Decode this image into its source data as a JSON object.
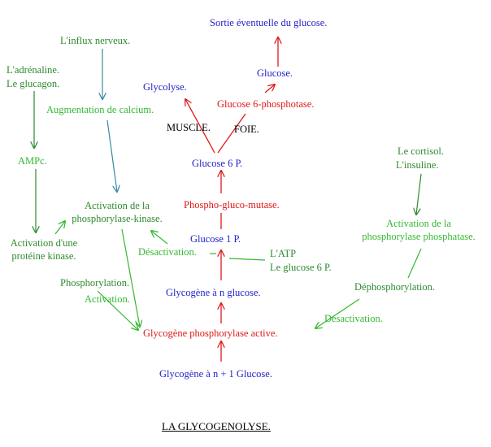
{
  "title": "LA GLYCOGENOLYSE.",
  "nodes": {
    "sortie": "Sortie éventuelle du glucose.",
    "glucose": "Glucose.",
    "glucose6phosphotase": "Glucose 6-phosphotase.",
    "glycolyse": "Glycolyse.",
    "muscle": "MUSCLE.",
    "foie": "FOIE.",
    "glucose6p": "Glucose 6 P.",
    "phosphoglucomutase": "Phospho-gluco-mutase.",
    "glucose1p": "Glucose 1 P.",
    "glycogene_n": "Glycogène à n glucose.",
    "phosphorylase_active": "Glycogène phosphorylase active.",
    "glycogene_n1": "Glycogène à n + 1 Glucose.",
    "influx": "L'influx nerveux.",
    "adrenaline": "L'adrénaline.",
    "glucagon": "Le glucagon.",
    "calcium": "Augmentation de calcium.",
    "ampc": "AMPc.",
    "activation_kinase_1": "Activation de la",
    "activation_kinase_2": "phosphorylase-kinase.",
    "activation_proteine_1": "Activation d'une",
    "activation_proteine_2": "protéine kinase.",
    "phosphorylation": "Phosphorylation.",
    "activation": "Activation.",
    "desactivation_left": "Désactivation.",
    "atp": "L'ATP",
    "glucose6p_inhib": "Le glucose 6 P.",
    "cortisol": "Le cortisol.",
    "insuline": "L'insuline.",
    "activation_phosphatase_1": "Activation de la",
    "activation_phosphatase_2": "phosphorylase phosphatase.",
    "dephosphorylation": "Déphosphorylation.",
    "desactivation_right": "Désactivation."
  },
  "colors": {
    "blue": "#2222c8",
    "red": "#e01818",
    "dark_green": "#2e8a2e",
    "light_green": "#33b833",
    "teal": "#3a8aa0",
    "black": "#000000"
  }
}
